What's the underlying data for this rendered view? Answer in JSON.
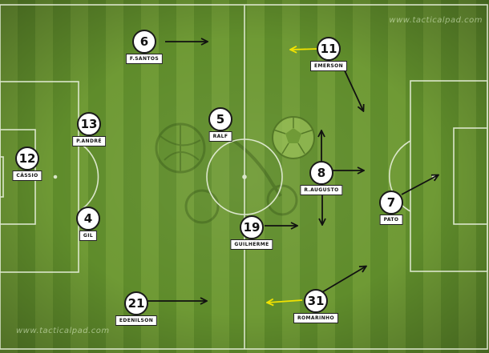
{
  "watermark_top": "www.tacticalpad.com",
  "watermark_bottom": "www.tacticalpad.com",
  "colors": {
    "grass_light": "#6f9a35",
    "grass_dark": "#5f8c2b",
    "arrow_dark": "#111111",
    "arrow_yellow": "#f2e200"
  },
  "players": {
    "fsantos": {
      "number": "6",
      "name": "F.SANTOS"
    },
    "emerson": {
      "number": "11",
      "name": "EMERSON"
    },
    "pandre": {
      "number": "13",
      "name": "P.ANDRÉ"
    },
    "ralf": {
      "number": "5",
      "name": "RALF"
    },
    "cassio": {
      "number": "12",
      "name": "CÁSSIO"
    },
    "raugusto": {
      "number": "8",
      "name": "R.AUGUSTO"
    },
    "pato": {
      "number": "7",
      "name": "PATO"
    },
    "gil": {
      "number": "4",
      "name": "GIL"
    },
    "guilherme": {
      "number": "19",
      "name": "GUILHERME"
    },
    "edenilson": {
      "number": "21",
      "name": "EDENILSON"
    },
    "romarinho": {
      "number": "31",
      "name": "ROMARINHO"
    }
  }
}
